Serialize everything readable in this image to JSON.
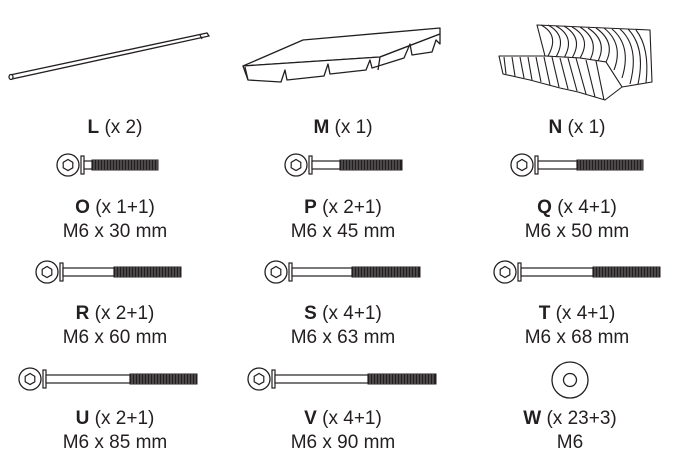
{
  "parts": [
    {
      "letter": "L",
      "qty": "(x 2)",
      "size": ""
    },
    {
      "letter": "M",
      "qty": "(x 1)",
      "size": ""
    },
    {
      "letter": "N",
      "qty": "(x 1)",
      "size": ""
    },
    {
      "letter": "O",
      "qty": "(x 1+1)",
      "size": "M6 x 30 mm"
    },
    {
      "letter": "P",
      "qty": "(x 2+1)",
      "size": "M6 x 45 mm"
    },
    {
      "letter": "Q",
      "qty": "(x 4+1)",
      "size": "M6 x 50 mm"
    },
    {
      "letter": "R",
      "qty": "(x 2+1)",
      "size": "M6 x 60 mm"
    },
    {
      "letter": "S",
      "qty": "(x 4+1)",
      "size": "M6 x 63 mm"
    },
    {
      "letter": "T",
      "qty": "(x 4+1)",
      "size": "M6 x 68 mm"
    },
    {
      "letter": "U",
      "qty": "(x 2+1)",
      "size": "M6 x 85 mm"
    },
    {
      "letter": "V",
      "qty": "(x 4+1)",
      "size": "M6 x 90 mm"
    },
    {
      "letter": "W",
      "qty": "(x 23+3)",
      "size": "M6"
    }
  ]
}
